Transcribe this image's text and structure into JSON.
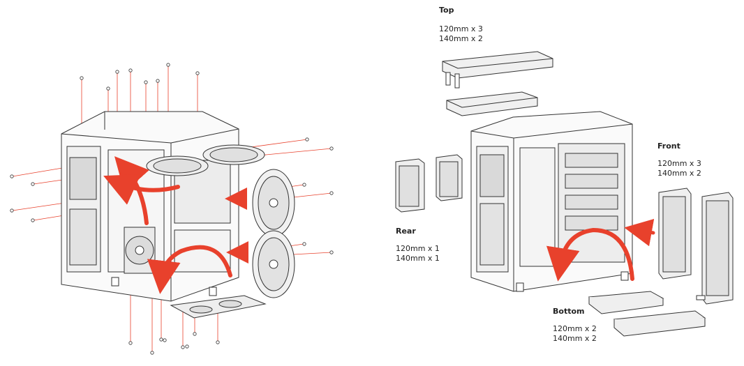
{
  "colors": {
    "arrow": "#e8412c",
    "screw_line": "#e8412c",
    "outline": "#333333",
    "fill": "#f2f2f2"
  },
  "labels": {
    "top": {
      "title": "Top",
      "lines": [
        "120mm x 3",
        "140mm x 2"
      ]
    },
    "front": {
      "title": "Front",
      "lines": [
        "120mm x 3",
        "140mm x 2"
      ]
    },
    "rear": {
      "title": "Rear",
      "lines": [
        "120mm x 1",
        "140mm x 1"
      ]
    },
    "bottom": {
      "title": "Bottom",
      "lines": [
        "120mm x 2",
        "140mm x 2"
      ]
    }
  },
  "icons": {
    "left_figure": "case-airflow-fans-icon",
    "right_figure": "case-radiator-support-icon"
  }
}
